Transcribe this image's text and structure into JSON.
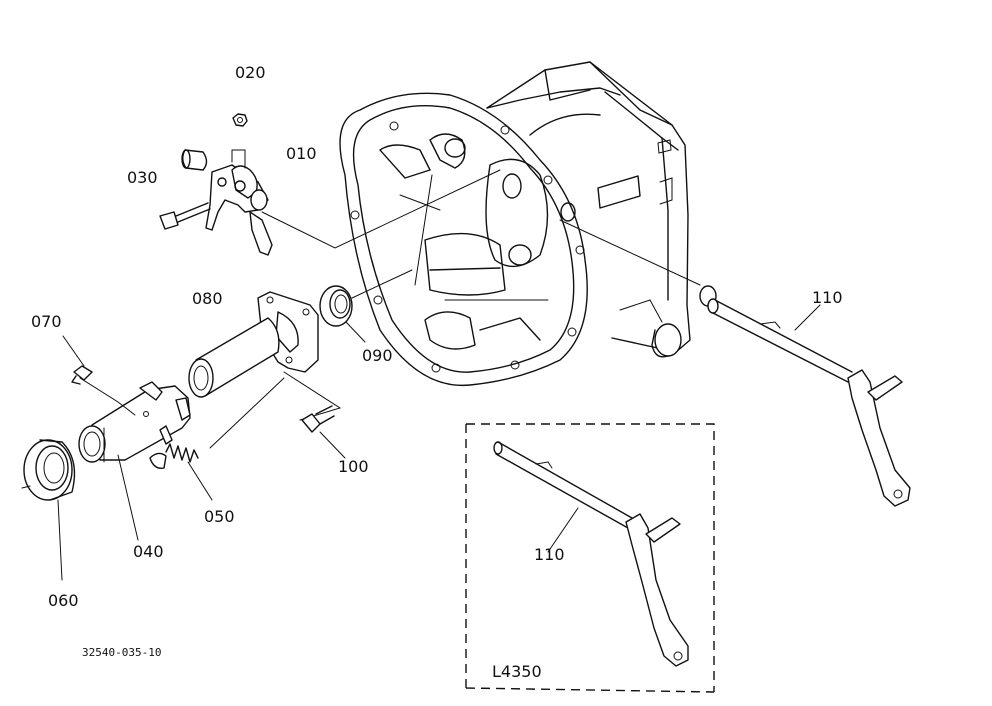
{
  "drawing_number": "32540-035-10",
  "parts": {
    "p010": "010",
    "p020": "020",
    "p030": "030",
    "p040": "040",
    "p050": "050",
    "p060": "060",
    "p070": "070",
    "p080": "080",
    "p090": "090",
    "p100": "100",
    "p110": "110",
    "p110_inset": "110"
  },
  "inset": {
    "model_label": "L4350"
  }
}
